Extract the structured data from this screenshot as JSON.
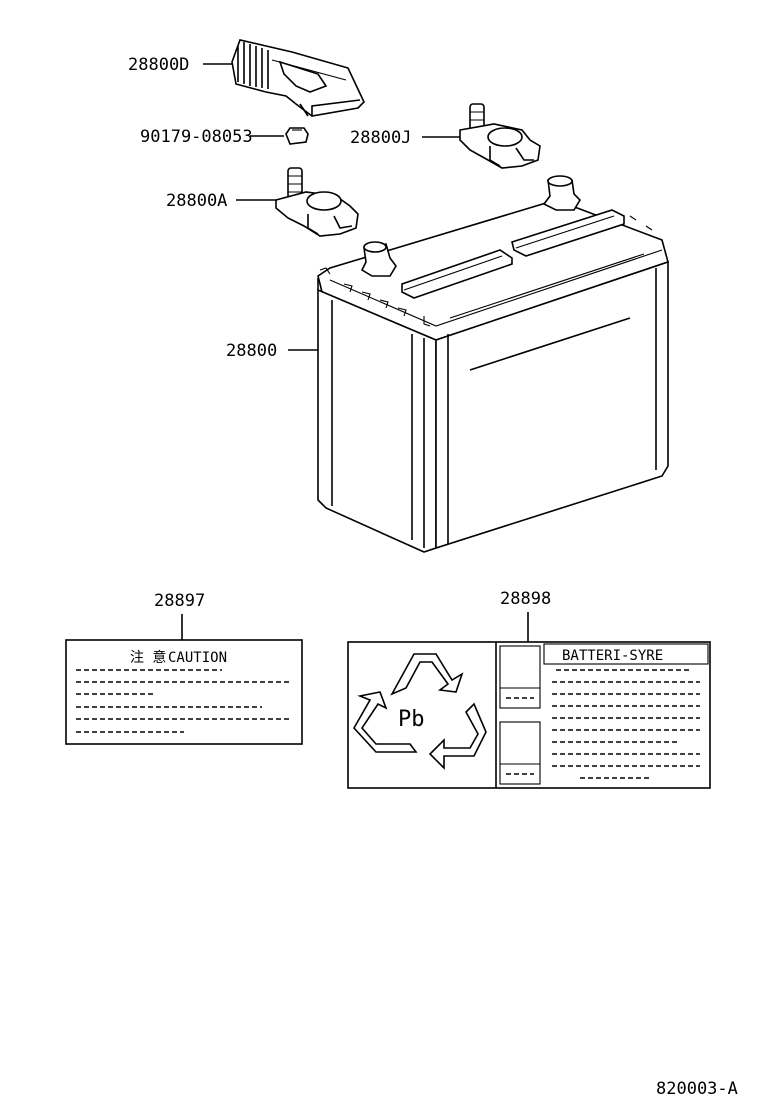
{
  "parts": [
    {
      "id": "cover",
      "label": "28800D"
    },
    {
      "id": "nut",
      "label": "90179-08053"
    },
    {
      "id": "terminal_j",
      "label": "28800J"
    },
    {
      "id": "terminal_a",
      "label": "28800A"
    },
    {
      "id": "battery",
      "label": "28800"
    },
    {
      "id": "caution_label",
      "label": "28897"
    },
    {
      "id": "recycle_label",
      "label": "28898"
    }
  ],
  "caution_label": {
    "kanji": "注 意",
    "text": "CAUTION"
  },
  "recycle_label": {
    "symbol": "Pb",
    "header": "BATTERI-SYRE"
  },
  "figure_code": "820003-A"
}
